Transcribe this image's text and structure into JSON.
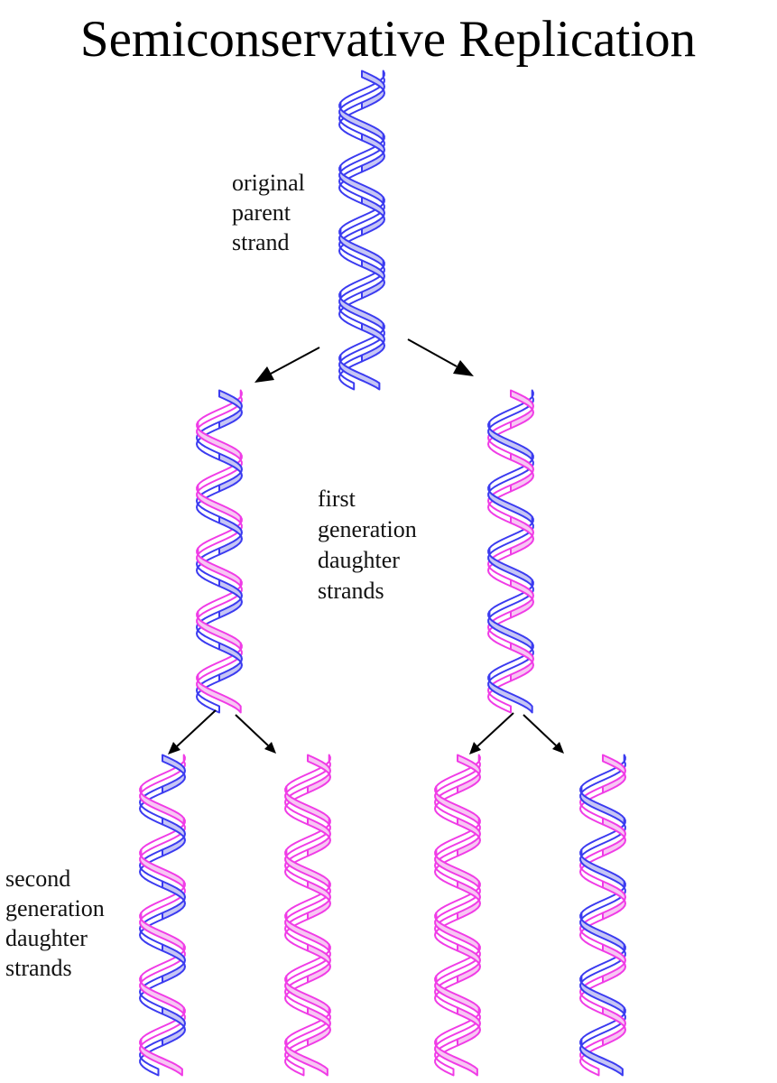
{
  "title": "Semiconservative Replication",
  "colors": {
    "parent_strand": "#3b3bf0",
    "parent_fill": "#c6c6f5",
    "new_strand": "#f03ce6",
    "new_fill": "#f7c6f3",
    "arrow": "#000000"
  },
  "labels": {
    "original": [
      "original",
      "parent",
      "strand"
    ],
    "first_generation": [
      "first",
      "generation",
      "daughter",
      "strands"
    ],
    "second_generation": [
      "second",
      "generation",
      "daughter",
      "strands"
    ]
  },
  "helices": [
    {
      "name": "original-parent-helix",
      "strand_a": "parent",
      "strand_b": "parent"
    },
    {
      "name": "first-gen-left-helix",
      "strand_a": "parent",
      "strand_b": "new"
    },
    {
      "name": "first-gen-right-helix",
      "strand_a": "new",
      "strand_b": "parent"
    },
    {
      "name": "second-gen-helix-1",
      "strand_a": "parent",
      "strand_b": "new"
    },
    {
      "name": "second-gen-helix-2",
      "strand_a": "new",
      "strand_b": "new"
    },
    {
      "name": "second-gen-helix-3",
      "strand_a": "new",
      "strand_b": "new"
    },
    {
      "name": "second-gen-helix-4",
      "strand_a": "new",
      "strand_b": "parent"
    }
  ]
}
